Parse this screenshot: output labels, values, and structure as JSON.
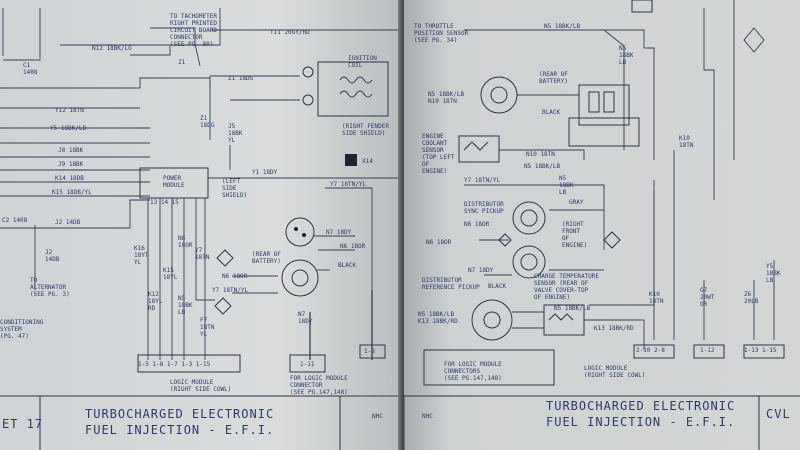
{
  "left_page": {
    "labels": {
      "tach": "TO TACHOMETER\nRIGHT PRINTED\nCIRCUIT BOARD\nCONNECTOR\n(SEE PG. 80)",
      "t11": "T11 20GY/RD",
      "n12": "N12 18BK/LG",
      "c1408_top": "C1\n1408",
      "z1_top": "Z1",
      "z1_18dg": "Z1 18DG",
      "ignition_coil": "IGNITION\nCOIL",
      "y12": "Y12 18TN",
      "y5": "Y5 18BK/LB",
      "z1_side": "Z1\n18DG",
      "j5": "J5\n18BK\nYL",
      "right_fender": "(RIGHT FENDER\nSIDE SHIELD)",
      "j8": "J8 18BK",
      "j9": "J9 18BK",
      "k14": "K14 18DB",
      "k15": "K15 18DB/YL",
      "j2": "J2 14DB",
      "power_module": "POWER\nMODULE",
      "y1_18dy": "Y1 18DY",
      "left_side_shield": "(LEFT\nSIDE\nSHIELD)",
      "x14": "X14",
      "y7_right": "Y7 18TN/YL",
      "s_pins": "13  14  15",
      "k16": "K16\n18YT\nYL",
      "k15_col": "K15\n18YL",
      "k12": "K12\n18YL\nRD",
      "n6": "N6\n18OR",
      "y7_col": "Y7\n18TN",
      "n5_col": "N5\n18BK\nLB",
      "rear_battery": "(REAR OF\nBATTERY)",
      "n6_18or": "N6 18OR",
      "n7_18dy": "N7 18DY",
      "n6_18or_r": "N6 18OR",
      "black": "BLACK",
      "y7_tn_yl": "Y7 18TN/YL",
      "f7": "F7\n18TN\nYL",
      "n7_col": "N7\n18DY",
      "j2_tail": "J2\n14DB",
      "to_alternator": "TO\nALTERNATOR\n(SEE PG. 3)",
      "conditioning": "CONDITIONING\nSYSTEM\n(PG. 47)",
      "pin_row": "1-5  1-8  1-7  1-3  1-15",
      "logic_module": "LOGIC MODULE\n(RIGHT SIDE COWL)",
      "pin_r_1_11": "1-11",
      "pin_r_1_8": "1-8",
      "for_logic": "FOR LOGIC MODULE\nCONNECTOR\n(SEE PG.147,148)",
      "conn": "C2 1408",
      "nhc": "NHC"
    },
    "footer": {
      "page_ref": "ET 17",
      "title_line1": "TURBOCHARGED ELECTRONIC",
      "title_line2": "FUEL INJECTION - E.F.I."
    }
  },
  "right_page": {
    "labels": {
      "throttle": "TO THROTTLE\nPOSITION SENSOR\n(SEE PG. 34)",
      "n5_top": "N5 18BK/LB",
      "rear_battery": "(REAR OF\nBATTERY)",
      "n5_n10": "N5 18BK/LB\nN10 18TN",
      "black": "BLACK",
      "n5_col": "N5\n18BK\nLB",
      "coolant": "ENGINE\nCOOLANT\nSENSOR\n(TOP LEFT\nOF\nENGINE)",
      "k10_col": "K10\n18TN",
      "n10_18tn": "N10 18TN",
      "n5_18bk_lb": "N5 18BK/LB",
      "n5_stack": "N5\n18BK\nLB",
      "y7_18tn_yl": "Y7 18TN/YL",
      "gray": "GRAY",
      "distributor_sync": "DISTRIBUTOR\nSYNC PICKUP",
      "n6_18or": "N6 18OR",
      "n6_18or_2": "N6 18OR",
      "right_front_engine": "(RIGHT\nFRONT\nOF\nENGINE)",
      "n7_18dy": "N7 18DY",
      "black_2": "BLACK",
      "dist_ref": "DISTRIBUTOR\nREFERENCE PICKUP",
      "charge_temp": "CHARGE TEMPERATURE\nSENSOR (REAR OF\nVALVE COVER-TOP\nOF ENGINE)",
      "n5_n13": "N5 18BK/LB\nK13 18BK/RD",
      "n5_side": "N5 18BK/LB",
      "k13": "K13 18BK/RD",
      "k10_bottom": "K10\n18TN",
      "g7": "G7\n20WT\nOR",
      "z6": "Z6\n20LB",
      "y5": "Y5\n18BK\nLB",
      "pins": "2-10  2-8",
      "pin_112": "1-12",
      "pin_113": "1-13  1-15",
      "logic_module": "LOGIC MODULE\n(RIGHT SIDE COWL)",
      "for_logic": "FOR LOGIC MODULE\nCONNECTORS\n(SEE PG.147,148)",
      "nhc": "NHC"
    },
    "footer": {
      "title_line1": "TURBOCHARGED ELECTRONIC",
      "title_line2": "FUEL INJECTION - E.F.I.",
      "page_ref": "CVL"
    }
  },
  "colors": {
    "ink": "#2b3b6e",
    "paper": "#d4d6d6",
    "wire": "#3a3f55"
  }
}
